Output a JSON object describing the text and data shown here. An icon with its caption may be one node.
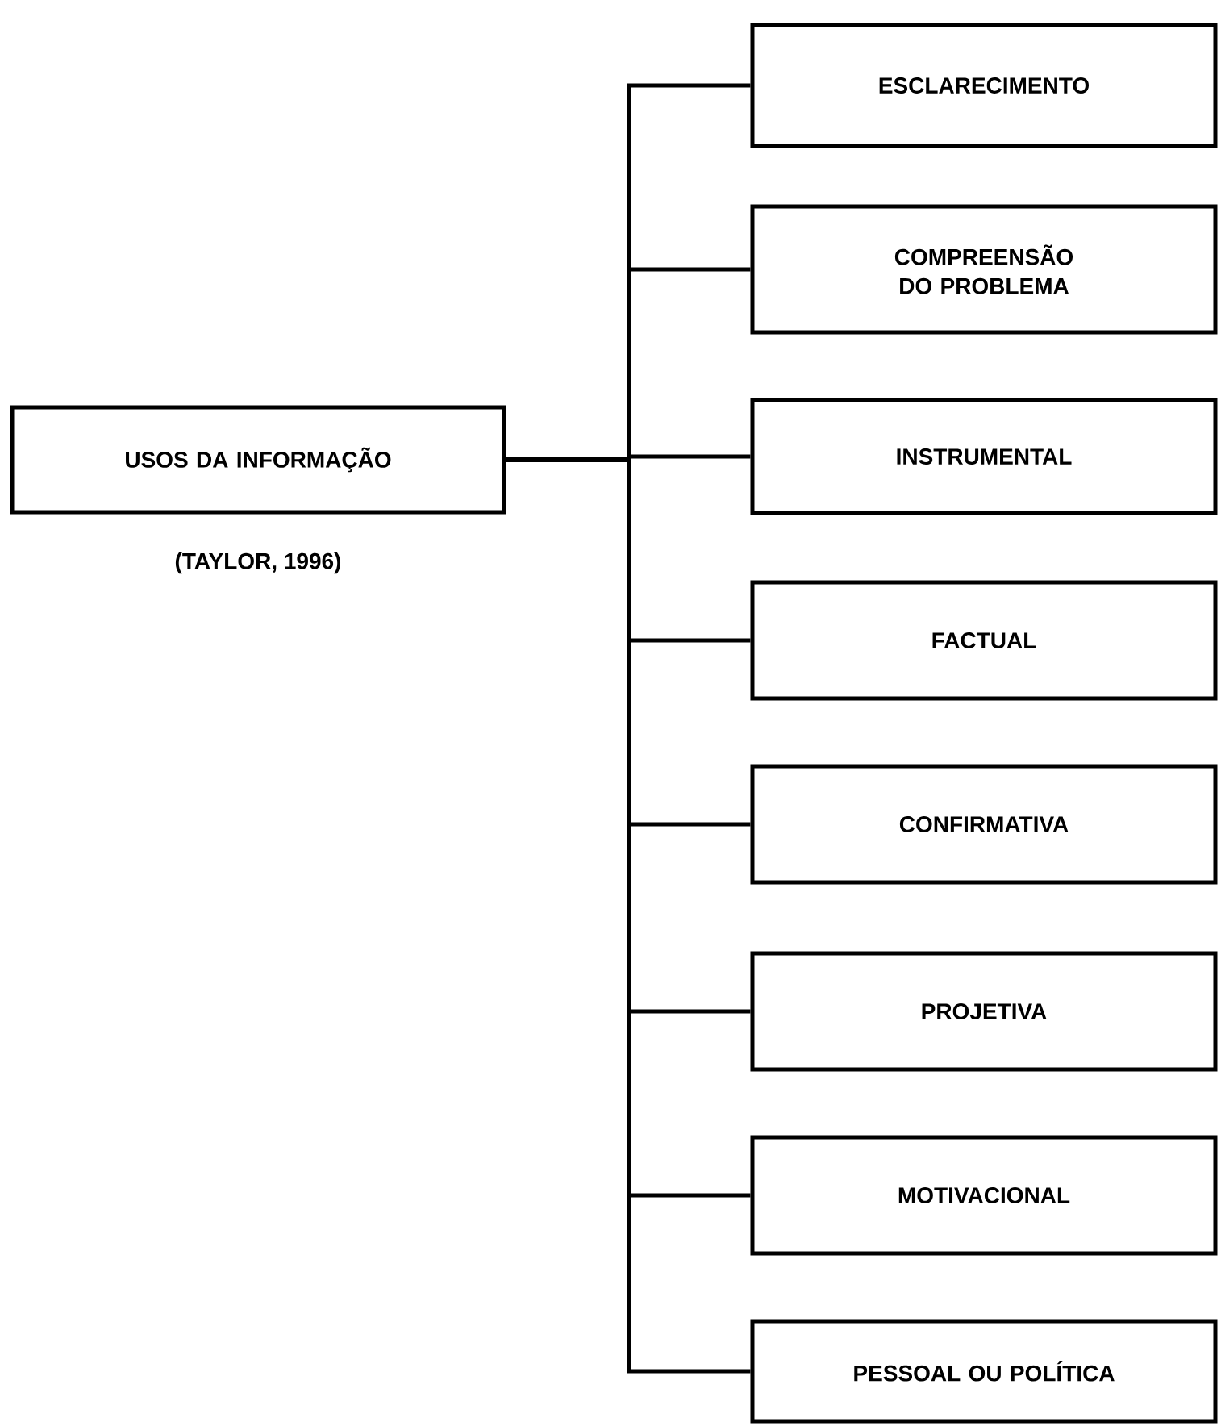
{
  "diagram": {
    "nodes": [
      {
        "text": [
          "USOS DA INFORMAÇÃO"
        ],
        "beside": [
          "(TAYLOR, 1996)"
        ]
      },
      {
        "text": [
          "ESCLARECIMENTO"
        ]
      },
      {
        "text": [
          "COMPREENSÃO DO PROBLEMA"
        ]
      },
      {
        "text": [
          "INSTRUMENTAL"
        ]
      },
      {
        "text": [
          "FACTUAL"
        ]
      },
      {
        "text": [
          "CONFIRMATIVA"
        ]
      },
      {
        "text": [
          "PROJETIVA"
        ]
      },
      {
        "text": [
          "MOTIVACIONAL"
        ]
      },
      {
        "text": [
          "PESSOAL OU POLÍTICA"
        ]
      }
    ],
    "edges": [
      {
        "from": 0,
        "to": 1,
        "arrow": "none"
      },
      {
        "from": 0,
        "to": 2,
        "arrow": "none"
      },
      {
        "from": 0,
        "to": 3,
        "arrow": "none"
      },
      {
        "from": 0,
        "to": 4,
        "arrow": "none"
      },
      {
        "from": 0,
        "to": 5,
        "arrow": "none"
      },
      {
        "from": 0,
        "to": 6,
        "arrow": "none"
      },
      {
        "from": 0,
        "to": 7,
        "arrow": "none"
      },
      {
        "from": 0,
        "to": 8,
        "arrow": "none"
      }
    ]
  }
}
